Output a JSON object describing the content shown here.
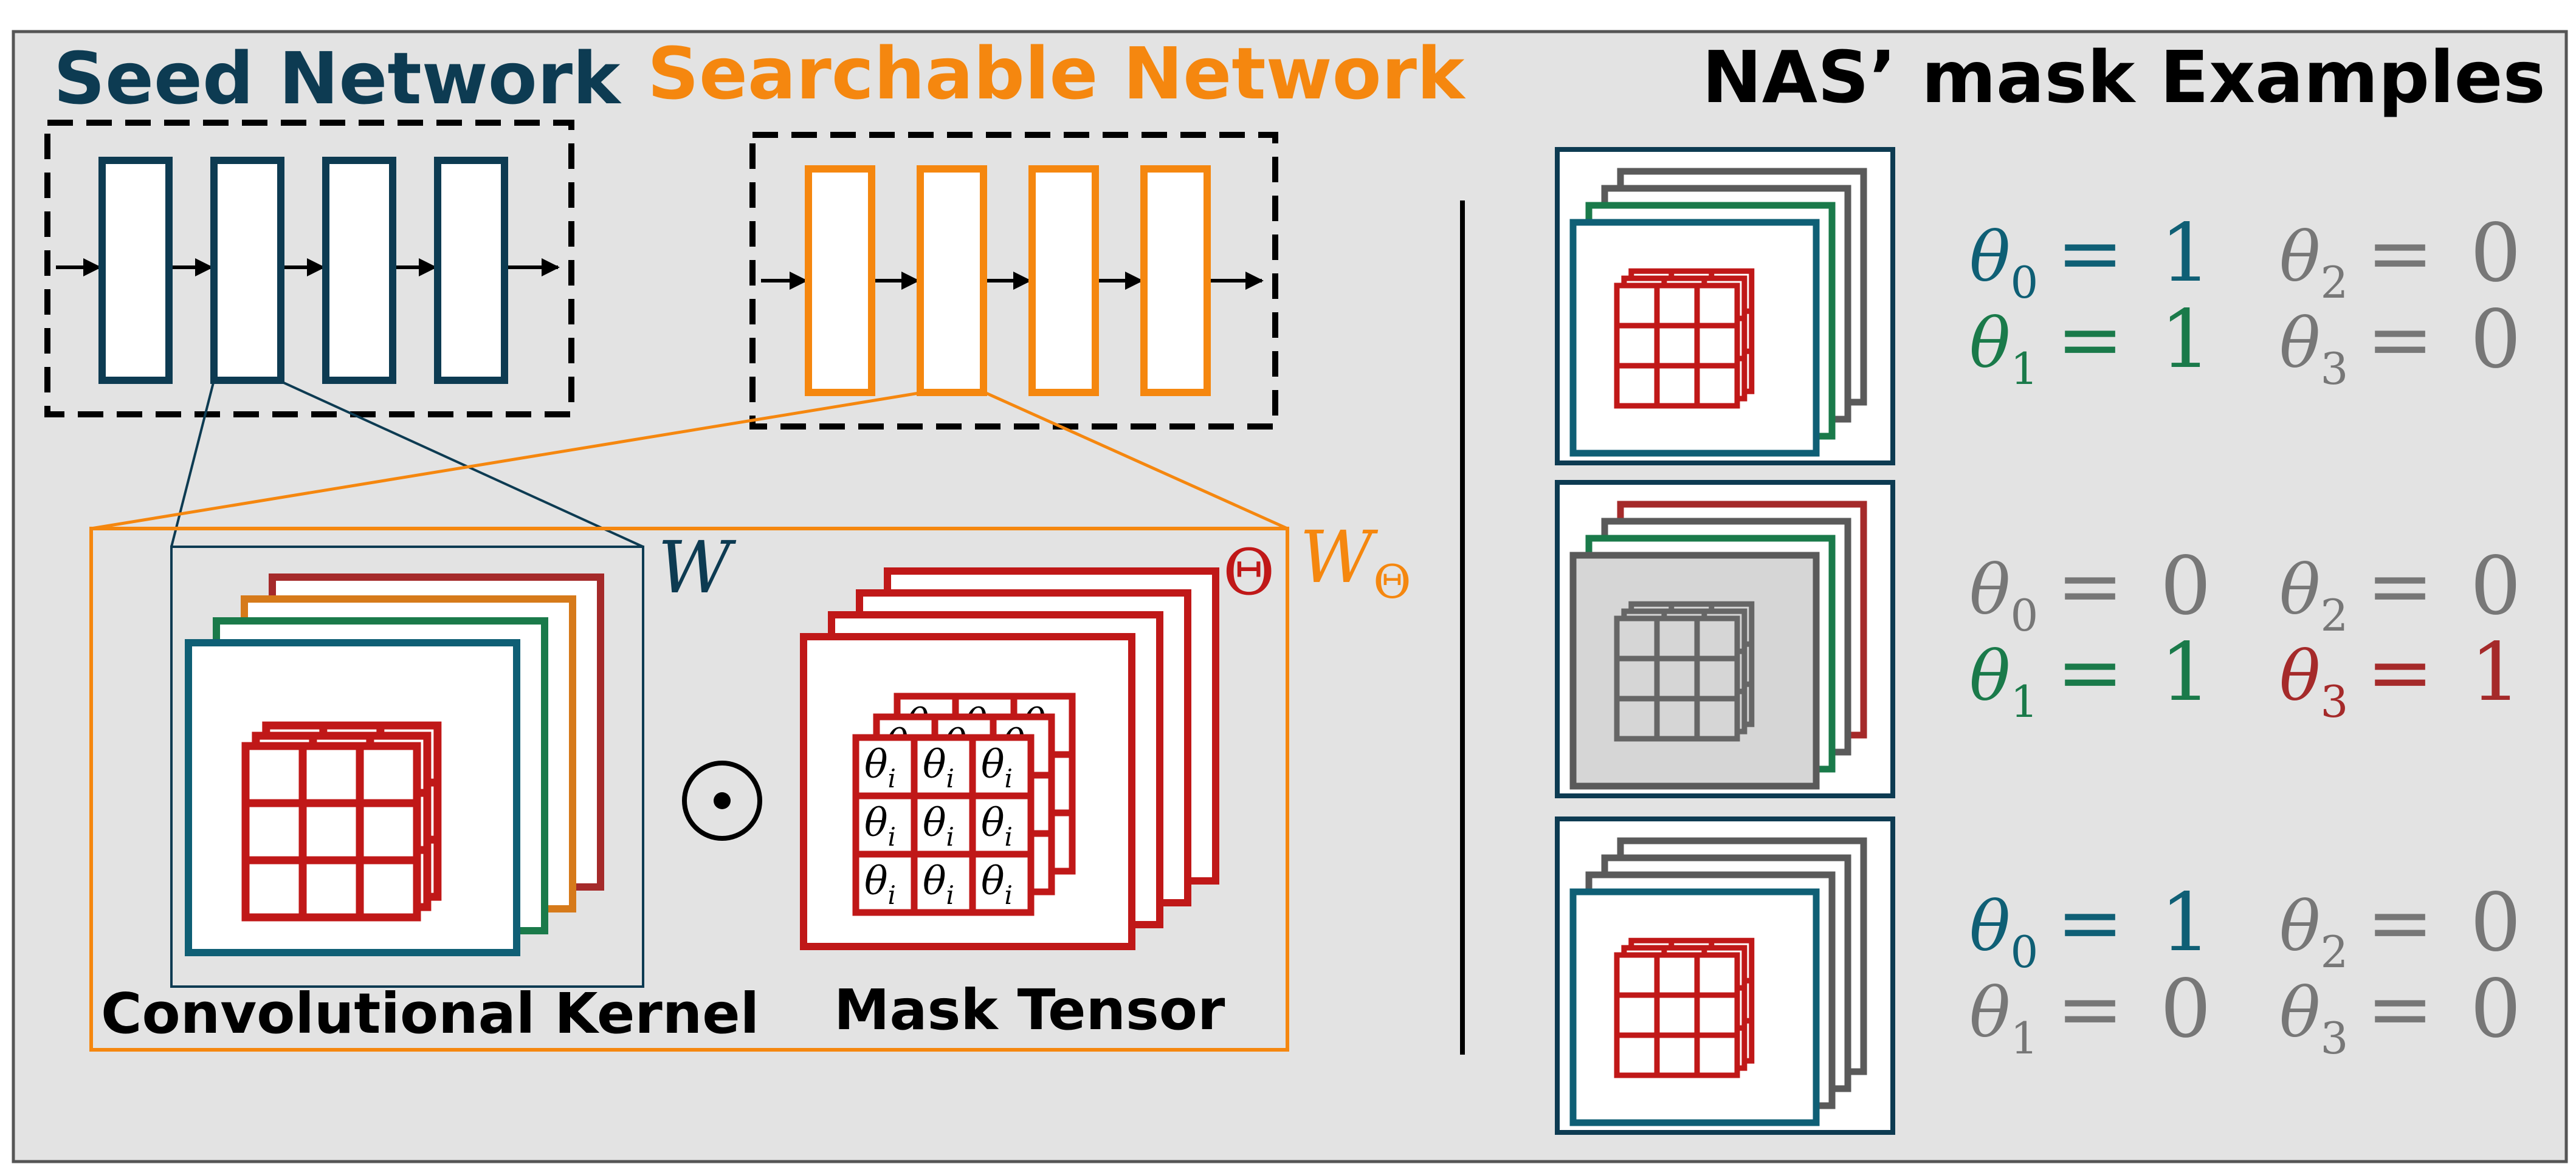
{
  "seed_network": {
    "title": "Seed Network",
    "color": "#0d3b52"
  },
  "searchable_network": {
    "title": "Searchable Network",
    "color": "#f5870f"
  },
  "examples_title": "NAS’ mask Examples",
  "kernel": {
    "caption": "Convolutional Kernel",
    "weight_symbol": "W"
  },
  "mask": {
    "caption": "Mask Tensor",
    "symbol": "Θ",
    "cell_label": "θ",
    "cell_subscript": "i"
  },
  "output": {
    "symbol": "W",
    "subscript": "Θ"
  },
  "operator_symbol": "⊙",
  "colors": {
    "teal": "#0f5f75",
    "green": "#1a7a4a",
    "orange": "#d67a1a",
    "red": "#c01818",
    "darkred": "#a52a2a",
    "gray": "#5a5a5a",
    "graylight": "#777777",
    "background": "#e3e3e3"
  },
  "examples": [
    {
      "thetas": [
        {
          "name": "θ",
          "sub": "0",
          "value": "1",
          "color": "teal"
        },
        {
          "name": "θ",
          "sub": "1",
          "value": "1",
          "color": "green"
        },
        {
          "name": "θ",
          "sub": "2",
          "value": "0",
          "color": "graylight"
        },
        {
          "name": "θ",
          "sub": "3",
          "value": "0",
          "color": "graylight"
        }
      ]
    },
    {
      "thetas": [
        {
          "name": "θ",
          "sub": "0",
          "value": "0",
          "color": "graylight"
        },
        {
          "name": "θ",
          "sub": "1",
          "value": "1",
          "color": "green"
        },
        {
          "name": "θ",
          "sub": "2",
          "value": "0",
          "color": "graylight"
        },
        {
          "name": "θ",
          "sub": "3",
          "value": "1",
          "color": "darkred"
        }
      ]
    },
    {
      "thetas": [
        {
          "name": "θ",
          "sub": "0",
          "value": "1",
          "color": "teal"
        },
        {
          "name": "θ",
          "sub": "1",
          "value": "0",
          "color": "graylight"
        },
        {
          "name": "θ",
          "sub": "2",
          "value": "0",
          "color": "graylight"
        },
        {
          "name": "θ",
          "sub": "3",
          "value": "0",
          "color": "graylight"
        }
      ]
    }
  ]
}
